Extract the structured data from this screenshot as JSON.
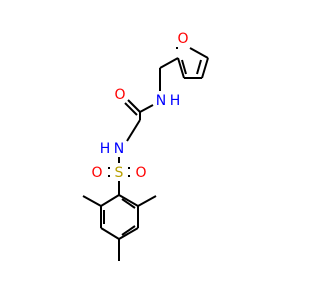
{
  "colors": {
    "carbon_bond": "#000000",
    "oxygen": "#ff0000",
    "nitrogen": "#0000ff",
    "sulfur": "#b8a000",
    "hydrogen_on_nitrogen": "#0000ff",
    "background": "#ffffff"
  },
  "atoms": [
    {
      "id": "o_furan",
      "text": "O",
      "element": "oxygen"
    },
    {
      "id": "n_amide",
      "text": "N",
      "element": "nitrogen"
    },
    {
      "id": "h_amide",
      "text": "H",
      "element": "nitrogen"
    },
    {
      "id": "o_carbonyl",
      "text": "O",
      "element": "oxygen"
    },
    {
      "id": "h_sulfonamide",
      "text": "H",
      "element": "nitrogen"
    },
    {
      "id": "n_sulfonamide",
      "text": "N",
      "element": "nitrogen"
    },
    {
      "id": "s_sulfonyl",
      "text": "S",
      "element": "sulfur"
    },
    {
      "id": "o_sulfonyl_left",
      "text": "O",
      "element": "oxygen"
    },
    {
      "id": "o_sulfonyl_right",
      "text": "O",
      "element": "oxygen"
    }
  ]
}
